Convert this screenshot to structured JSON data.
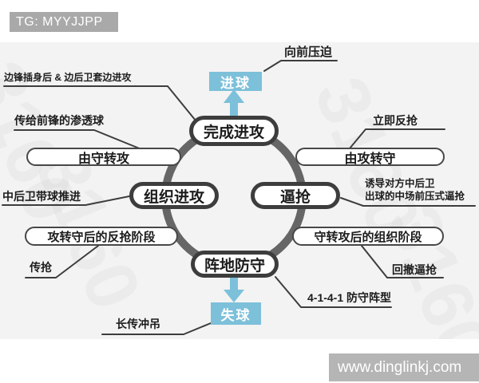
{
  "header": {
    "tg_badge": "TG: MYYJJPP"
  },
  "footer": {
    "site": "www.dinglinkj.com"
  },
  "colors": {
    "accent_blue": "#7cc0da",
    "ring_gray": "#666666",
    "node_border": "#3d3d3d",
    "banner_gray": "#a9a9a9",
    "diagram_bg": "#f2f3f2"
  },
  "watermark": {
    "text": "3160"
  },
  "diagram": {
    "outcomes": {
      "goal": "进球",
      "concede": "失球"
    },
    "nodes": {
      "complete_attack": "完成进攻",
      "organize_attack": "组织进攻",
      "pressing": "逼抢",
      "positional_defense": "阵地防守"
    },
    "subnodes": {
      "defense_to_attack": "由守转攻",
      "attack_to_defense": "由攻转守",
      "counter_press_phase": "攻转守后的反抢阶段",
      "organize_phase": "守转攻后的组织阶段"
    },
    "labels": {
      "wing_run": "边锋插身后 & 边后卫套边进攻",
      "through_ball": "传给前锋的渗透球",
      "cb_carry": "中后卫带球推进",
      "pass_press": "传抢",
      "long_ball": "长传冲吊",
      "forward_press": "向前压迫",
      "immediate_counterpress": "立即反抢",
      "induce_line1": "诱导对方中后卫",
      "induce_line2": "出球的中场前压式逼抢",
      "retreat_press": "回撤逼抢",
      "formation": "4-1-4-1 防守阵型"
    }
  }
}
